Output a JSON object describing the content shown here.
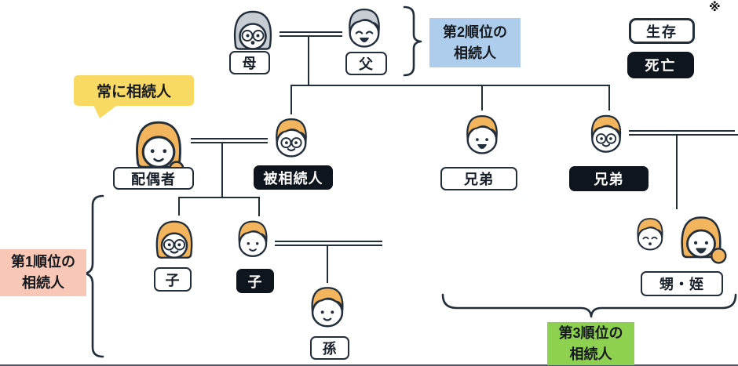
{
  "palette": {
    "outline": "#232e3b",
    "hair_orange": "#f2b45c",
    "hair_gray": "#c8cdd3",
    "deceased_bg": "#0f151d",
    "bottom_line": "#495972"
  },
  "note_mark": "※",
  "legend": {
    "alive": "生存",
    "deceased": "死亡"
  },
  "bubble": {
    "text": "常に相続人",
    "color": "#f8d964"
  },
  "ranks": {
    "rank1": {
      "line1": "第1順位の",
      "line2": "相続人",
      "color": "#f8c7b6"
    },
    "rank2": {
      "line1": "第2順位の",
      "line2": "相続人",
      "color": "#aecdec"
    },
    "rank3": {
      "line1": "第3順位の",
      "line2": "相続人",
      "color": "#8ed050"
    }
  },
  "people": {
    "mother": {
      "label": "母",
      "status": "alive"
    },
    "father": {
      "label": "父",
      "status": "alive"
    },
    "spouse": {
      "label": "配偶者",
      "status": "alive"
    },
    "decedent": {
      "label": "被相続人",
      "status": "deceased"
    },
    "brother1": {
      "label": "兄弟",
      "status": "alive"
    },
    "brother2": {
      "label": "兄弟",
      "status": "deceased"
    },
    "child1": {
      "label": "子",
      "status": "alive"
    },
    "child2": {
      "label": "子",
      "status": "deceased"
    },
    "grandchild": {
      "label": "孫",
      "status": "alive"
    },
    "nephew_niece": {
      "label": "甥・姪",
      "status": "alive"
    }
  }
}
